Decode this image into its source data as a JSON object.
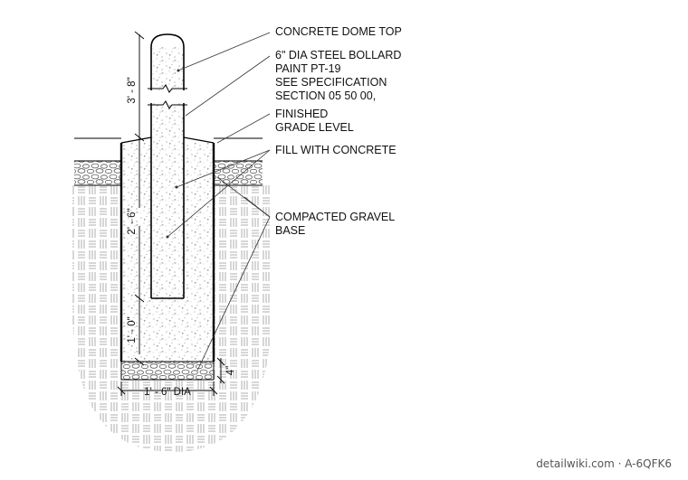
{
  "callouts": {
    "dome_top": "CONCRETE DOME TOP",
    "bollard": [
      "6\" DIA STEEL BOLLARD",
      "PAINT PT-19",
      "SEE SPECIFICATION",
      "SECTION 05 50 00,"
    ],
    "grade": [
      "FINISHED",
      "GRADE LEVEL"
    ],
    "fill": "FILL WITH CONCRETE",
    "gravel": [
      "COMPACTED GRAVEL",
      "BASE"
    ]
  },
  "dimensions": {
    "above_grade": "3' - 8\"",
    "embedment": "2' - 6\"",
    "below_bollard": "1' - 0\"",
    "base_thickness": "4\"",
    "footing_width": "1' - 6\" DIA"
  },
  "watermark": "detailwiki.com · A-6QFK6",
  "colors": {
    "line": "#000000",
    "leader": "#333333",
    "soil_hatch": "#9a9a9a",
    "concrete_stipple": "#8a8a8a"
  }
}
